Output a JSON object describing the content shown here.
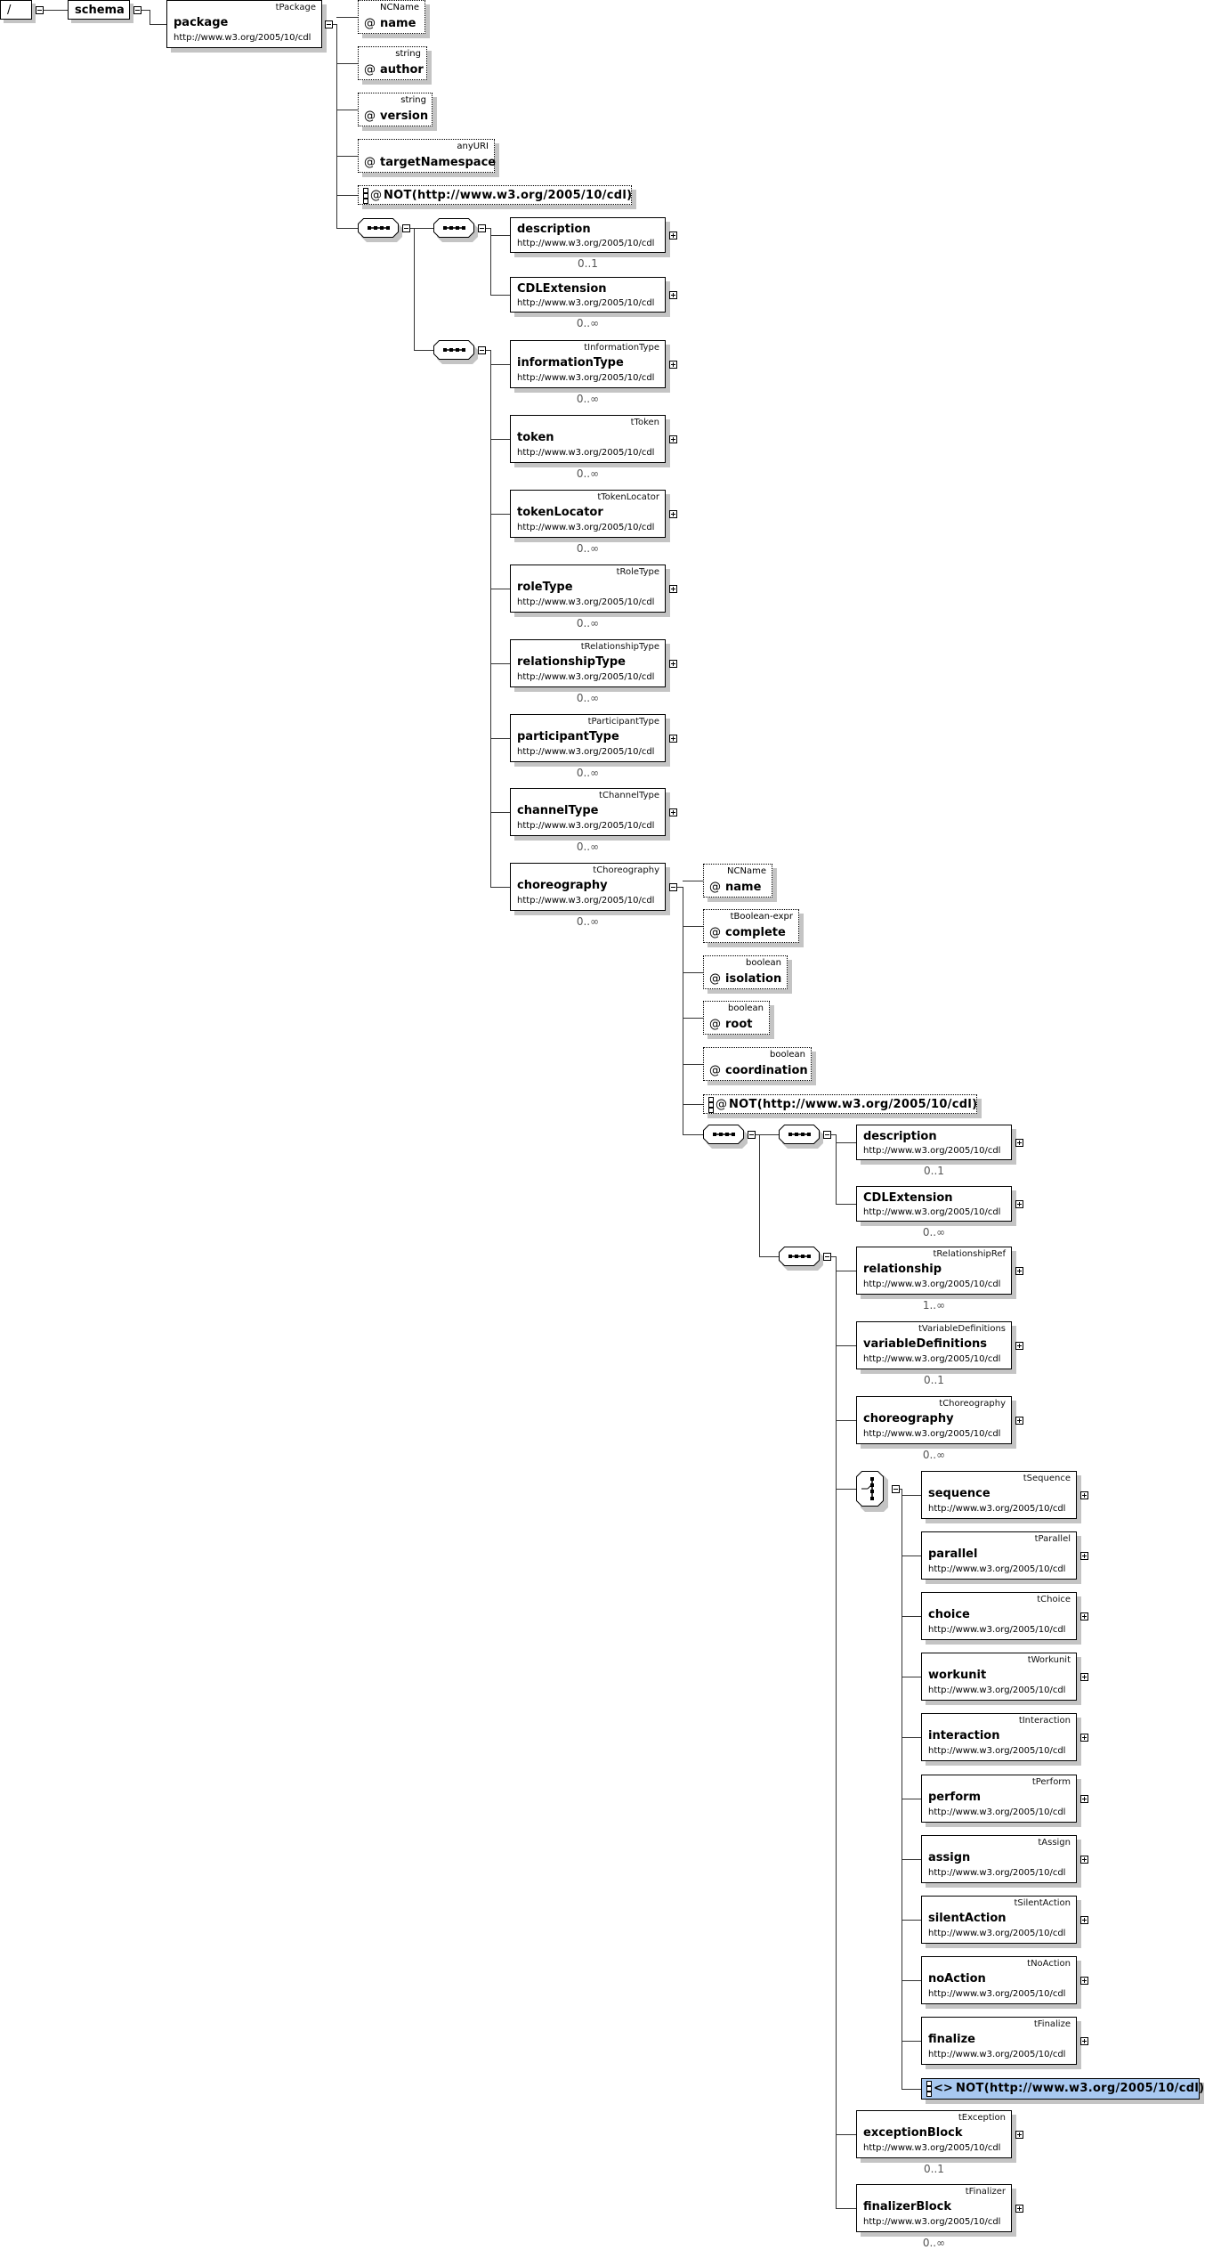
{
  "root": {
    "label": "/"
  },
  "schema": {
    "label": "schema"
  },
  "attr_marker": "@",
  "package": {
    "type": "tPackage",
    "name": "package",
    "ns": "http://www.w3.org/2005/10/cdl"
  },
  "package_attributes": [
    {
      "type": "NCName",
      "name": "name"
    },
    {
      "type": "string",
      "name": "author"
    },
    {
      "type": "string",
      "name": "version"
    },
    {
      "type": "anyURI",
      "name": "targetNamespace"
    }
  ],
  "package_any_attribute": "NOT(http://www.w3.org/2005/10/cdl)",
  "package_seq_a": [
    {
      "name": "description",
      "ns": "http://www.w3.org/2005/10/cdl",
      "occurs": "0..1"
    },
    {
      "name": "CDLExtension",
      "ns": "http://www.w3.org/2005/10/cdl",
      "occurs": "0..∞"
    }
  ],
  "package_seq_b": [
    {
      "type": "tInformationType",
      "name": "informationType",
      "ns": "http://www.w3.org/2005/10/cdl",
      "occurs": "0..∞"
    },
    {
      "type": "tToken",
      "name": "token",
      "ns": "http://www.w3.org/2005/10/cdl",
      "occurs": "0..∞"
    },
    {
      "type": "tTokenLocator",
      "name": "tokenLocator",
      "ns": "http://www.w3.org/2005/10/cdl",
      "occurs": "0..∞"
    },
    {
      "type": "tRoleType",
      "name": "roleType",
      "ns": "http://www.w3.org/2005/10/cdl",
      "occurs": "0..∞"
    },
    {
      "type": "tRelationshipType",
      "name": "relationshipType",
      "ns": "http://www.w3.org/2005/10/cdl",
      "occurs": "0..∞"
    },
    {
      "type": "tParticipantType",
      "name": "participantType",
      "ns": "http://www.w3.org/2005/10/cdl",
      "occurs": "0..∞"
    },
    {
      "type": "tChannelType",
      "name": "channelType",
      "ns": "http://www.w3.org/2005/10/cdl",
      "occurs": "0..∞"
    },
    {
      "type": "tChoreography",
      "name": "choreography",
      "ns": "http://www.w3.org/2005/10/cdl",
      "occurs": "0..∞"
    }
  ],
  "choreography_attributes": [
    {
      "type": "NCName",
      "name": "name"
    },
    {
      "type": "tBoolean-expr",
      "name": "complete"
    },
    {
      "type": "boolean",
      "name": "isolation"
    },
    {
      "type": "boolean",
      "name": "root"
    },
    {
      "type": "boolean",
      "name": "coordination"
    }
  ],
  "choreography_any_attribute": "NOT(http://www.w3.org/2005/10/cdl)",
  "choreography_seq_a": [
    {
      "name": "description",
      "ns": "http://www.w3.org/2005/10/cdl",
      "occurs": "0..1"
    },
    {
      "name": "CDLExtension",
      "ns": "http://www.w3.org/2005/10/cdl",
      "occurs": "0..∞"
    }
  ],
  "choreography_seq_b": [
    {
      "type": "tRelationshipRef",
      "name": "relationship",
      "ns": "http://www.w3.org/2005/10/cdl",
      "occurs": "1..∞"
    },
    {
      "type": "tVariableDefinitions",
      "name": "variableDefinitions",
      "ns": "http://www.w3.org/2005/10/cdl",
      "occurs": "0..1"
    },
    {
      "type": "tChoreography",
      "name": "choreography",
      "ns": "http://www.w3.org/2005/10/cdl",
      "occurs": "0..∞"
    }
  ],
  "choice_items": [
    {
      "type": "tSequence",
      "name": "sequence",
      "ns": "http://www.w3.org/2005/10/cdl"
    },
    {
      "type": "tParallel",
      "name": "parallel",
      "ns": "http://www.w3.org/2005/10/cdl"
    },
    {
      "type": "tChoice",
      "name": "choice",
      "ns": "http://www.w3.org/2005/10/cdl"
    },
    {
      "type": "tWorkunit",
      "name": "workunit",
      "ns": "http://www.w3.org/2005/10/cdl"
    },
    {
      "type": "tInteraction",
      "name": "interaction",
      "ns": "http://www.w3.org/2005/10/cdl"
    },
    {
      "type": "tPerform",
      "name": "perform",
      "ns": "http://www.w3.org/2005/10/cdl"
    },
    {
      "type": "tAssign",
      "name": "assign",
      "ns": "http://www.w3.org/2005/10/cdl"
    },
    {
      "type": "tSilentAction",
      "name": "silentAction",
      "ns": "http://www.w3.org/2005/10/cdl"
    },
    {
      "type": "tNoAction",
      "name": "noAction",
      "ns": "http://www.w3.org/2005/10/cdl"
    },
    {
      "type": "tFinalize",
      "name": "finalize",
      "ns": "http://www.w3.org/2005/10/cdl"
    }
  ],
  "choice_any_element": {
    "marker": "<>",
    "label": "NOT(http://www.w3.org/2005/10/cdl)"
  },
  "choreography_seq_b_tail": [
    {
      "type": "tException",
      "name": "exceptionBlock",
      "ns": "http://www.w3.org/2005/10/cdl",
      "occurs": "0..1"
    },
    {
      "type": "tFinalizer",
      "name": "finalizerBlock",
      "ns": "http://www.w3.org/2005/10/cdl",
      "occurs": "0..∞"
    }
  ],
  "colors": {
    "highlight": "#a8c8f0",
    "shadow": "#c4c4c4"
  }
}
